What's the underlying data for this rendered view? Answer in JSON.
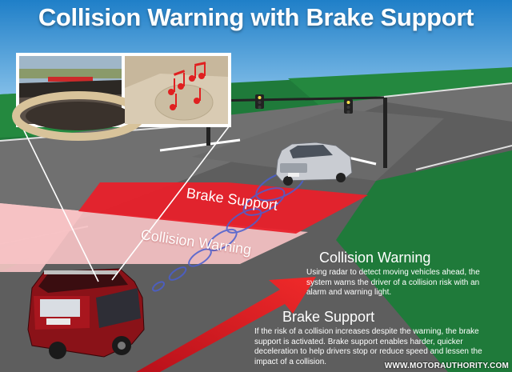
{
  "title": "Collision Warning with Brake Support",
  "zones": {
    "brake_support": "Brake Support",
    "collision_warning": "Collision Warning"
  },
  "collision_warning_desc": {
    "heading": "Collision Warning",
    "body": "Using radar to detect moving vehicles ahead, the system warns the driver of a collision risk with an alarm and warning light."
  },
  "brake_support_desc": {
    "heading": "Brake Support",
    "body": "If the risk of a collision increases despite the warning, the brake support is activated.  Brake support enables harder, quicker deceleration to help drivers stop or reduce speed and lessen the impact of a collision."
  },
  "watermark": "WWW.MOTORAUTHORITY.COM",
  "icons": [
    "music-note-icon",
    "traffic-light-icon",
    "radar-wave-icon",
    "arrow-icon"
  ],
  "colors": {
    "sky": "#2a8bd0",
    "grass": "#1f7a3a",
    "road": "#6b6b6b",
    "brake_zone": "#e8202a",
    "warning_zone": "#f6c2c4",
    "note_red": "#e02020"
  }
}
